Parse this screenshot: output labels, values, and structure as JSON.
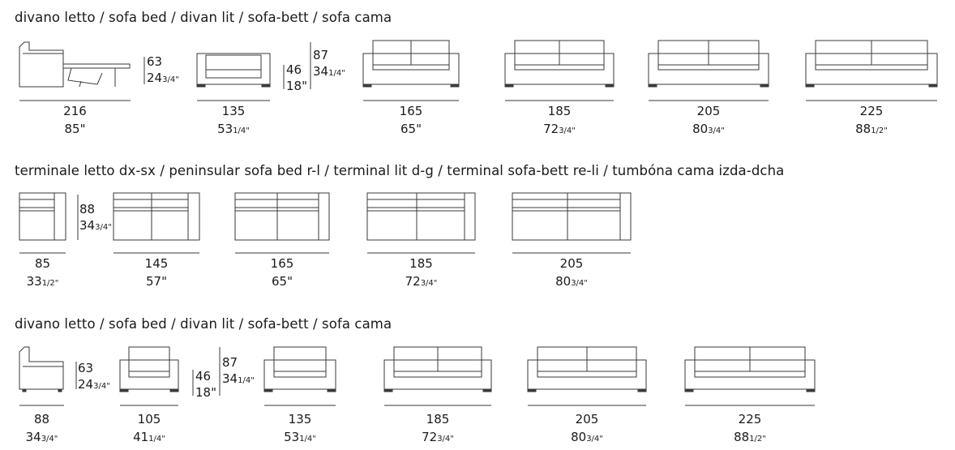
{
  "sections": [
    {
      "heading": "divano letto / sofa bed / divan lit / sofa-bett / sofa cama",
      "side_heights": {
        "cm": "63",
        "in": "24",
        "in_frac": "3/4\""
      },
      "seat_heights": {
        "seat_cm": "46",
        "seat_in": "18\"",
        "back_cm": "87",
        "back_in": "34",
        "back_frac": "1/4\""
      },
      "items": [
        {
          "cm": "216",
          "in": "85\"",
          "frac": ""
        },
        {
          "cm": "135",
          "in": "53",
          "frac": "1/4\""
        },
        {
          "cm": "165",
          "in": "65\"",
          "frac": ""
        },
        {
          "cm": "185",
          "in": "72",
          "frac": "3/4\""
        },
        {
          "cm": "205",
          "in": "80",
          "frac": "3/4\""
        },
        {
          "cm": "225",
          "in": "88",
          "frac": "1/2\""
        }
      ]
    },
    {
      "heading": "terminale letto dx-sx / peninsular sofa bed r-l / terminal lit d-g / terminal sofa-bett re-li / tumbóna cama izda-dcha",
      "side_heights": {
        "cm": "88",
        "in": "34",
        "in_frac": "3/4\""
      },
      "items": [
        {
          "cm": "85",
          "in": "33",
          "frac": "1/2\""
        },
        {
          "cm": "145",
          "in": "57\"",
          "frac": ""
        },
        {
          "cm": "165",
          "in": "65\"",
          "frac": ""
        },
        {
          "cm": "185",
          "in": "72",
          "frac": "3/4\""
        },
        {
          "cm": "205",
          "in": "80",
          "frac": "3/4\""
        }
      ]
    },
    {
      "heading": "divano letto / sofa bed / divan lit / sofa-bett / sofa cama",
      "side_heights": {
        "cm": "63",
        "in": "24",
        "in_frac": "3/4\""
      },
      "seat_heights": {
        "seat_cm": "46",
        "seat_in": "18\"",
        "back_cm": "87",
        "back_in": "34",
        "back_frac": "1/4\""
      },
      "items": [
        {
          "cm": "88",
          "in": "34",
          "frac": "3/4\""
        },
        {
          "cm": "105",
          "in": "41",
          "frac": "1/4\""
        },
        {
          "cm": "135",
          "in": "53",
          "frac": "1/4\""
        },
        {
          "cm": "185",
          "in": "72",
          "frac": "3/4\""
        },
        {
          "cm": "205",
          "in": "80",
          "frac": "3/4\""
        },
        {
          "cm": "225",
          "in": "88",
          "frac": "1/2\""
        }
      ]
    }
  ]
}
